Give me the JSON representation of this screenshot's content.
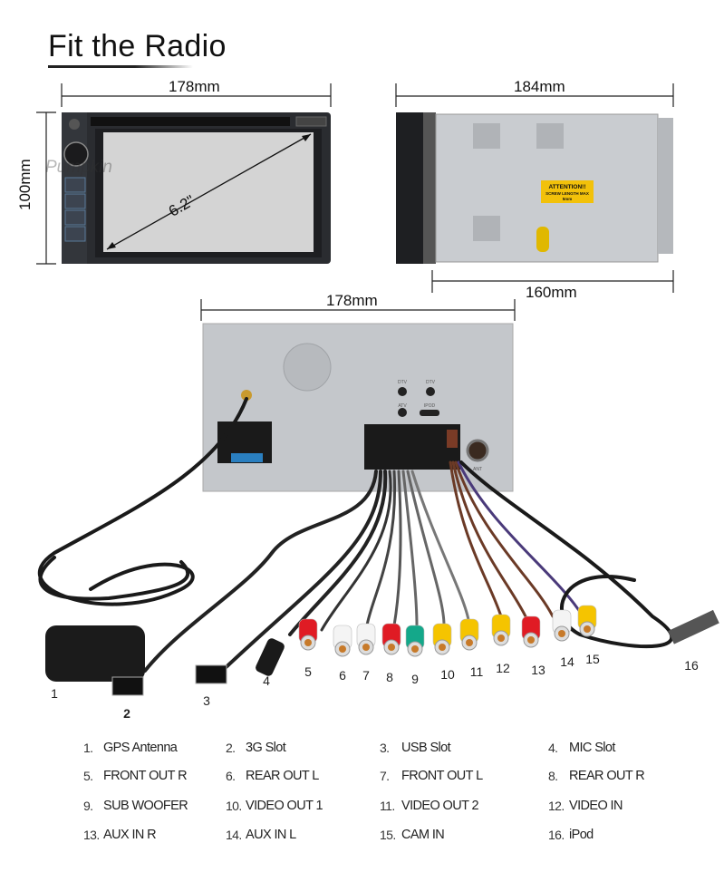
{
  "title": "Fit the Radio",
  "front_view": {
    "width_label": "178mm",
    "height_label": "100mm",
    "screen_diagonal": "6.2\"",
    "brand_watermark": "Pumpkin"
  },
  "side_view": {
    "depth_label": "184mm",
    "body_depth_label": "160mm",
    "warning_sticker": {
      "line1": "ATTENTION!!",
      "line2": "SCREW LENGTH MAX",
      "line3": "5mm"
    }
  },
  "rear_view": {
    "width_label": "178mm",
    "port_labels": [
      "DTV",
      "DTV",
      "ATV",
      "IPOD",
      "ANT"
    ]
  },
  "connector_numbers": [
    "1",
    "2",
    "3",
    "4",
    "5",
    "6",
    "7",
    "8",
    "9",
    "10",
    "11",
    "12",
    "13",
    "14",
    "15",
    "16"
  ],
  "connector_colors": {
    "red": "#e01b24",
    "white": "#f4f4f4",
    "green": "#14a88a",
    "yellow": "#f5c400",
    "black": "#1a1a1a"
  },
  "legend": [
    {
      "num": "1.",
      "label": "GPS Antenna"
    },
    {
      "num": "2.",
      "label": "3G Slot"
    },
    {
      "num": "3.",
      "label": "USB Slot"
    },
    {
      "num": "4.",
      "label": "MIC Slot"
    },
    {
      "num": "5.",
      "label": "FRONT OUT R"
    },
    {
      "num": "6.",
      "label": "REAR OUT L"
    },
    {
      "num": "7.",
      "label": "FRONT OUT L"
    },
    {
      "num": "8.",
      "label": "REAR OUT R"
    },
    {
      "num": "9.",
      "label": "SUB WOOFER"
    },
    {
      "num": "10.",
      "label": "VIDEO OUT 1"
    },
    {
      "num": "11.",
      "label": "VIDEO OUT 2"
    },
    {
      "num": "12.",
      "label": "VIDEO IN"
    },
    {
      "num": "13.",
      "label": "AUX IN R"
    },
    {
      "num": "14.",
      "label": "AUX IN L"
    },
    {
      "num": "15.",
      "label": "CAM IN"
    },
    {
      "num": "16.",
      "label": "iPod"
    }
  ]
}
